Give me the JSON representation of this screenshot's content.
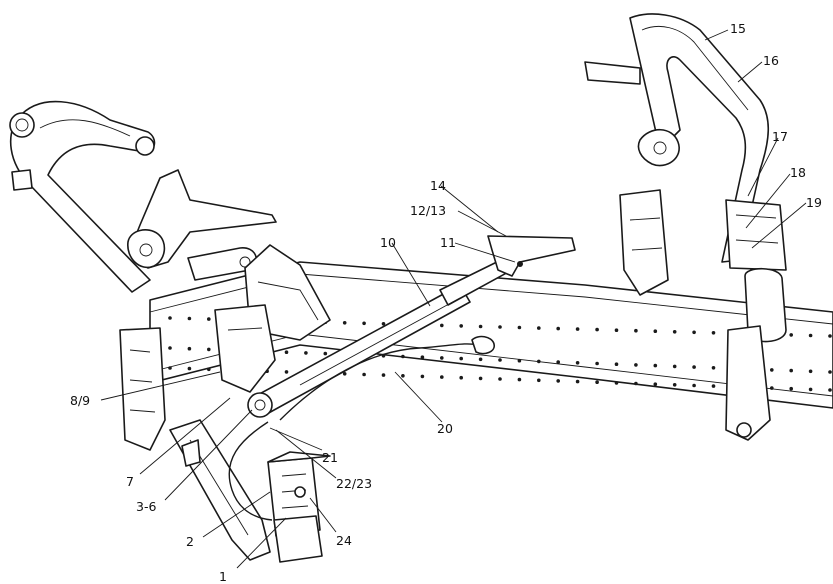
{
  "callouts": {
    "c1": "1",
    "c2": "2",
    "c3_6": "3-6",
    "c7": "7",
    "c8_9": "8/9",
    "c10": "10",
    "c11": "11",
    "c12_13": "12/13",
    "c14": "14",
    "c15": "15",
    "c16": "16",
    "c17": "17",
    "c18": "18",
    "c19": "19",
    "c20": "20",
    "c21": "21",
    "c22_23": "22/23",
    "c24": "24"
  }
}
